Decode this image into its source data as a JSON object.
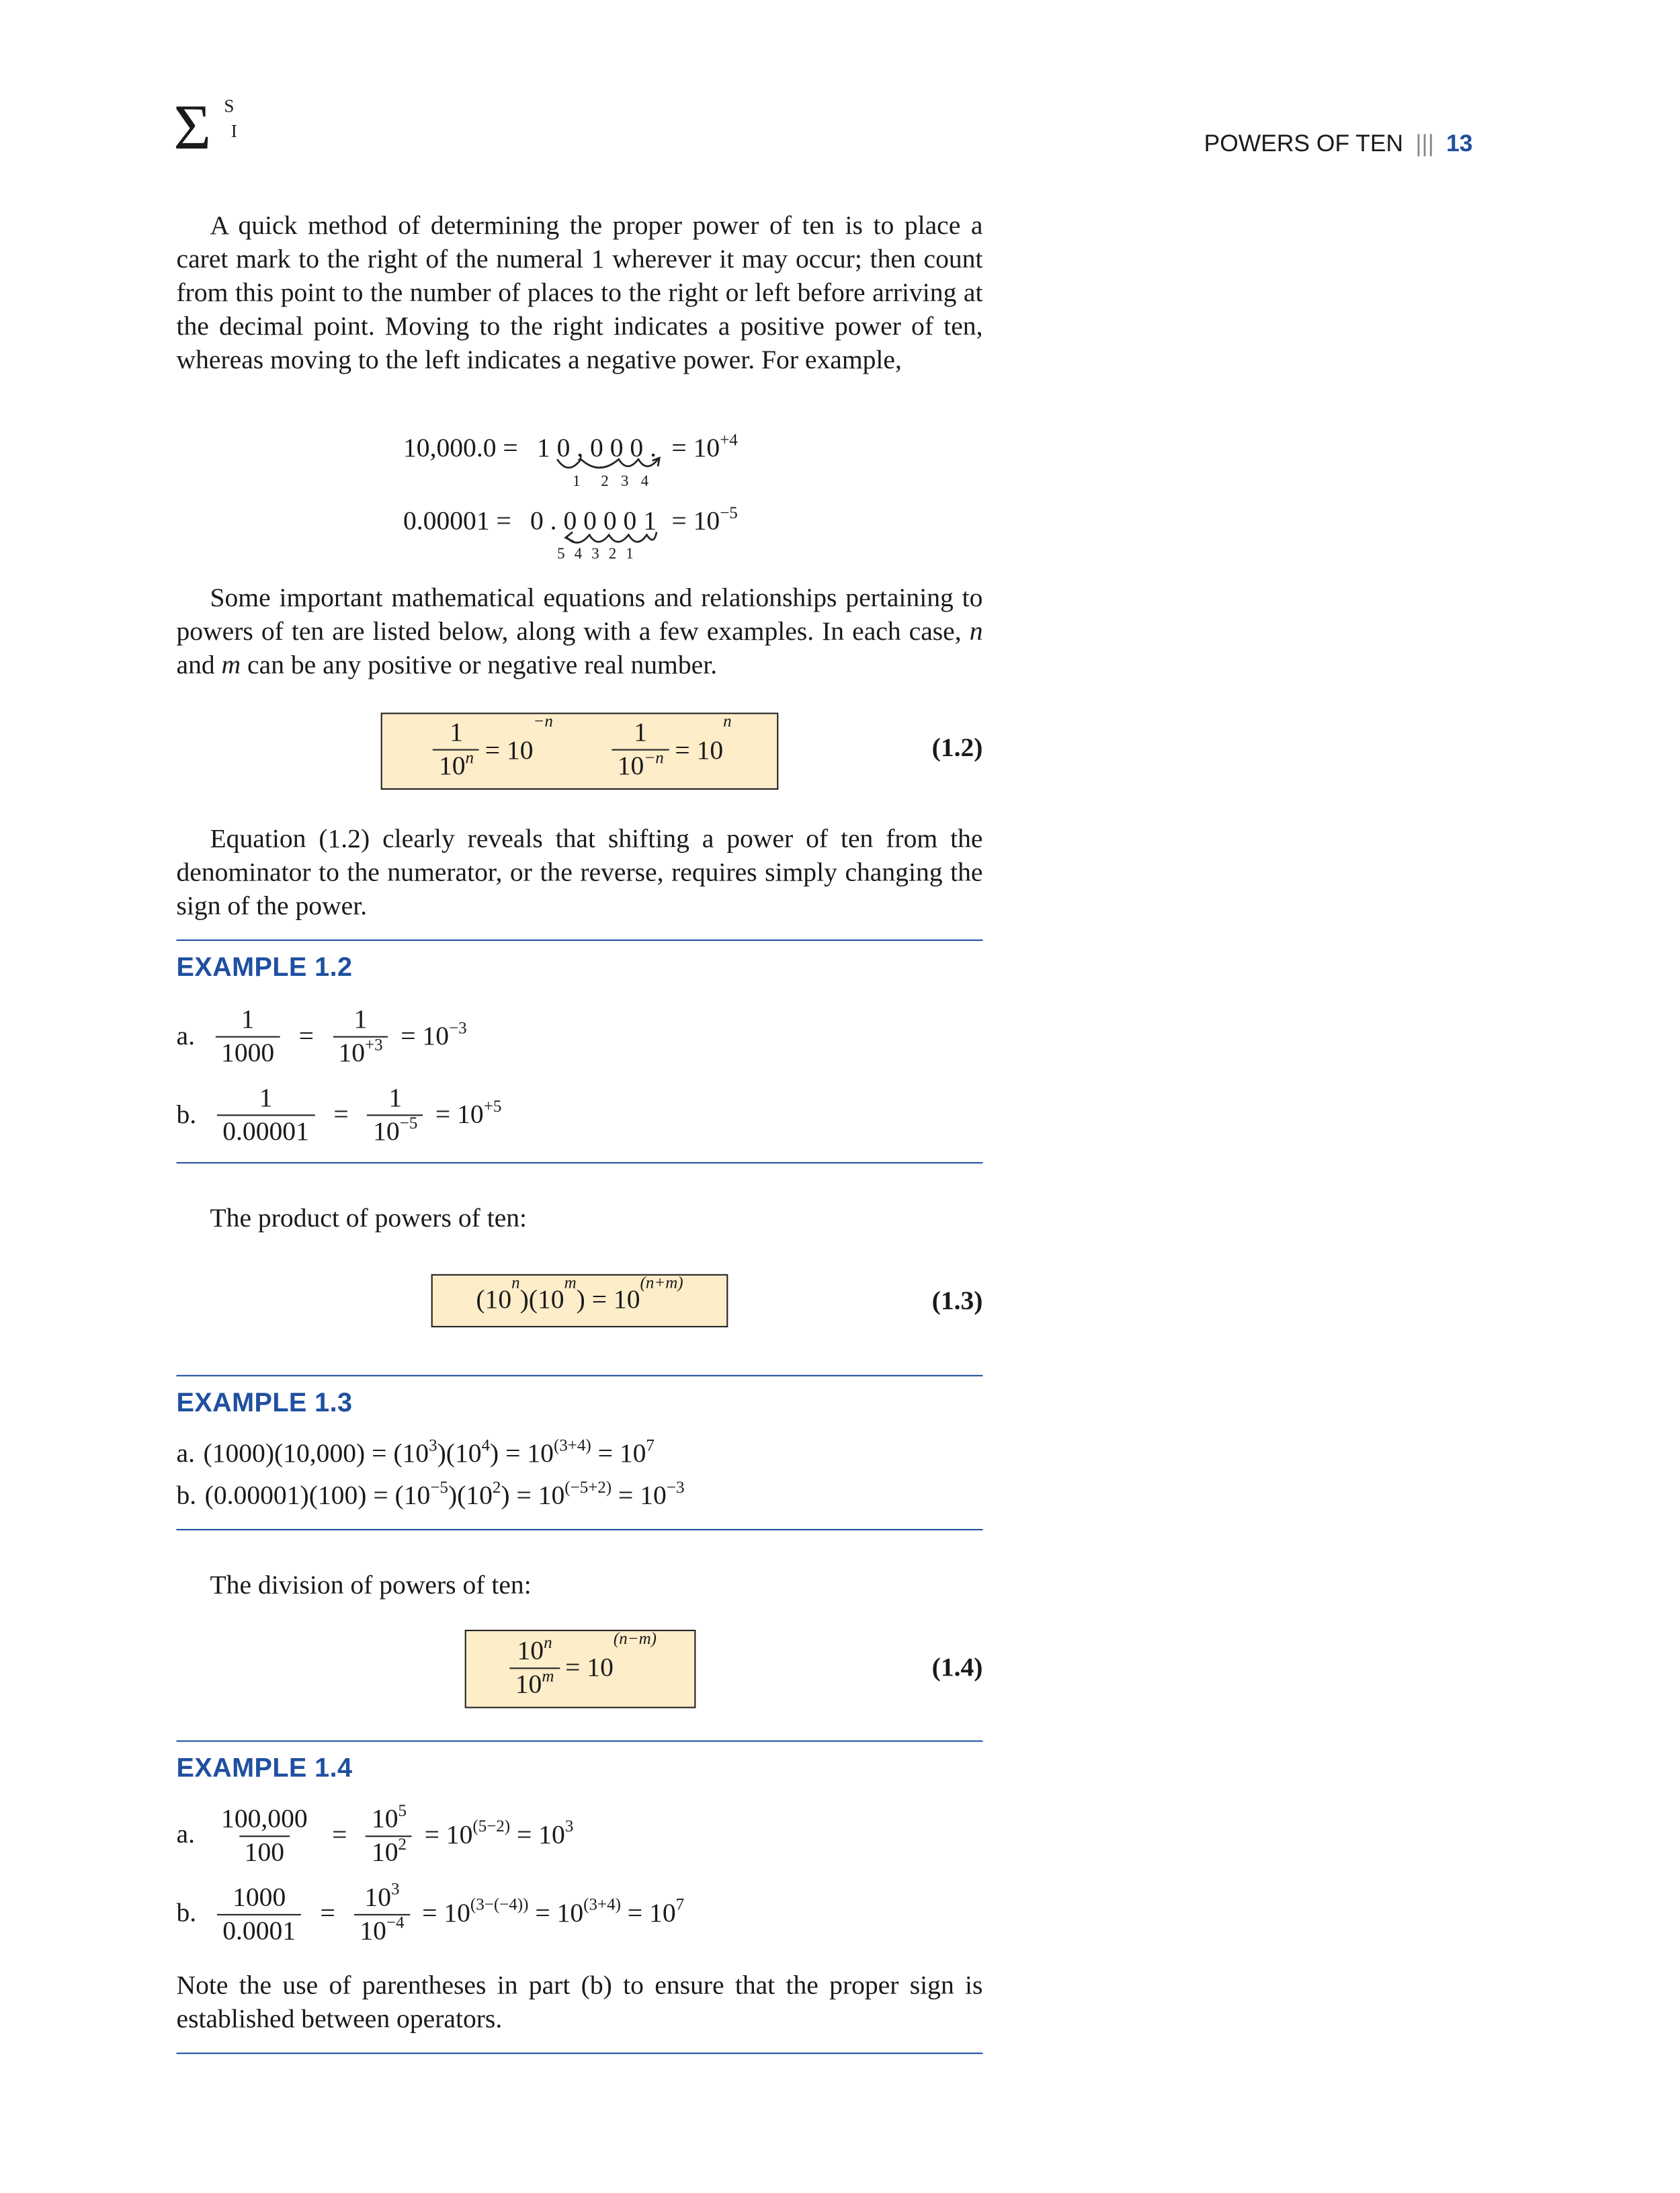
{
  "header": {
    "logo_sup": "S",
    "logo_sub": "I",
    "running_title": "POWERS OF TEN",
    "separator": "|||",
    "page_number": "13"
  },
  "colors": {
    "accent": "#1f4fa0",
    "box_fill": "#fdedc9"
  },
  "para1": "A quick method of determining the proper power of ten is to place a caret mark to the right of the numeral 1 wherever it may occur; then count from this point to the number of places to the right or left before arriving at the decimal point. Moving to the right indicates a positive power of ten, whereas moving to the left indicates a negative power. For example,",
  "demo1": {
    "lhs": "10,000.0 =",
    "digits": "1 0 , 0 0 0 .",
    "rhs": "= 10",
    "exp": "+4",
    "counts": [
      "1",
      "2",
      "3",
      "4"
    ]
  },
  "demo2": {
    "lhs": "0.00001 =",
    "digits": "0 . 0 0 0 0 1",
    "rhs": "= 10",
    "exp": "−5",
    "counts": [
      "5",
      "4",
      "3",
      "2",
      "1"
    ]
  },
  "para2_a": "Some important mathematical equations and relationships pertaining to powers of ten are listed below, along with a few examples. In each case,",
  "para2_n": "n",
  "para2_and": "and",
  "para2_m": "m",
  "para2_b": "can be any positive or negative real number.",
  "eq12": {
    "num": "1",
    "den": "10",
    "eq": "= 10",
    "neg_n": "−n",
    "n": "n",
    "label": "(1.2)"
  },
  "para3": "Equation (1.2) clearly reveals that shifting a power of ten from the denominator to the numerator, or the reverse, requires simply changing the sign of the power.",
  "ex12": {
    "title": "EXAMPLE 1.2",
    "a": {
      "label": "a.",
      "num1": "1",
      "den1": "1000",
      "num2": "1",
      "den2": "10",
      "den2_exp": "+3",
      "res": "= 10",
      "res_exp": "−3"
    },
    "b": {
      "label": "b.",
      "num1": "1",
      "den1": "0.00001",
      "num2": "1",
      "den2": "10",
      "den2_exp": "−5",
      "res": "= 10",
      "res_exp": "+5"
    }
  },
  "product_intro": "The product of powers of ten:",
  "eq13": {
    "text1": "(10",
    "n": "n",
    "text2": ")(10",
    "m": "m",
    "text3": ") = 10",
    "exp": "(n+m)",
    "label": "(1.3)"
  },
  "ex13": {
    "title": "EXAMPLE 1.3",
    "a": {
      "label": "a.",
      "t1": "(1000)(10,000) = (10",
      "e1": "3",
      "t2": ")(10",
      "e2": "4",
      "t3": ") = 10",
      "e3": "(3+4)",
      "t4": " = 10",
      "e4": "7"
    },
    "b": {
      "label": "b.",
      "t1": "(0.00001)(100) = (10",
      "e1": "−5",
      "t2": ")(10",
      "e2": "2",
      "t3": ") = 10",
      "e3": "(−5+2)",
      "t4": " = 10",
      "e4": "−3"
    }
  },
  "division_intro": "The division of powers of ten:",
  "eq14": {
    "num": "10",
    "n": "n",
    "den": "10",
    "m": "m",
    "eq": "= 10",
    "exp": "(n−m)",
    "label": "(1.4)"
  },
  "ex14": {
    "title": "EXAMPLE 1.4",
    "a": {
      "label": "a.",
      "num1": "100,000",
      "den1": "100",
      "num2": "10",
      "num2_exp": "5",
      "den2": "10",
      "den2_exp": "2",
      "r1": "= 10",
      "r1_exp": "(5−2)",
      "r2": "= 10",
      "r2_exp": "3"
    },
    "b": {
      "label": "b.",
      "num1": "1000",
      "den1": "0.0001",
      "num2": "10",
      "num2_exp": "3",
      "den2": "10",
      "den2_exp": "−4",
      "r1": "= 10",
      "r1_exp": "(3−(−4))",
      "r2": "= 10",
      "r2_exp": "(3+4)",
      "r3": "= 10",
      "r3_exp": "7"
    }
  },
  "note": "Note the use of parentheses in part (b) to ensure that the proper sign is established between operators."
}
